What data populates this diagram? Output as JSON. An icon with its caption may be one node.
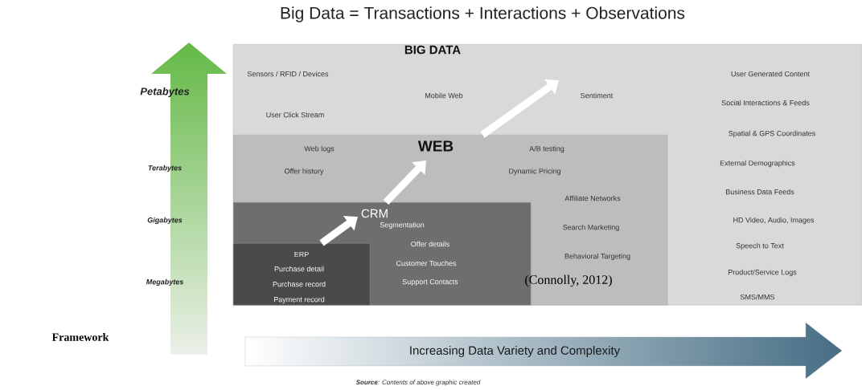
{
  "diagram": {
    "title": "Big Data = Transactions + Interactions + Observations",
    "caption": "**Source**: Contents of above graphic created",
    "nodes": [
      {
        "text": [
          "Petabytes",
          "Terabytes",
          "Gigabytes",
          "Megabytes"
        ]
      },
      {
        "text": [
          "BIG DATA",
          "Sensors / RFID / Devices",
          "User Generated Content",
          "Mobile Web",
          "Sentiment",
          "Social Interactions & Feeds",
          "User Click Stream",
          "Spatial & GPS Coordinates",
          "External Demographics",
          "Business Data Feeds",
          "HD Video, Audio, Images",
          "Speech to Text",
          "Product/Service Logs",
          "SMS/MMS"
        ]
      },
      {
        "text": [
          "Web logs",
          "WEB",
          "A/B testing",
          "Offer history",
          "Dynamic Pricing",
          "Affiliate Networks",
          "Search Marketing",
          "Behavioral Targeting"
        ],
        "in": 1
      },
      {
        "text": [
          "CRM",
          "Segmentation",
          "Offer details",
          "Customer Touches",
          "Support Contacts"
        ],
        "in": 2
      },
      {
        "text": [
          "ERP",
          "Purchase detail",
          "Purchase record",
          "Payment record"
        ],
        "in": 3
      },
      {
        "text": [
          "Increasing Data Variety and Complexity"
        ]
      }
    ],
    "edges": [
      {
        "from": 4,
        "to": 3,
        "arrow": "to"
      },
      {
        "from": 3,
        "to": 2,
        "arrow": "to"
      },
      {
        "from": 2,
        "to": 1,
        "arrow": "to"
      }
    ],
    "labels": [
      "Framework",
      "(Connolly, 2012)"
    ]
  }
}
